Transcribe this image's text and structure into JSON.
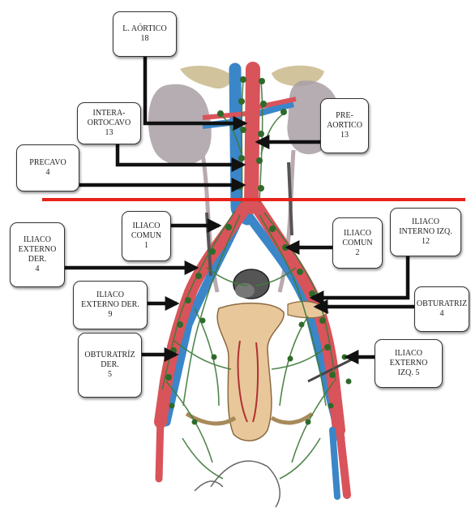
{
  "labels": {
    "l_aortico": {
      "name": "L. AÓRTICO",
      "count": "18"
    },
    "inter_aortocavo": {
      "name": "INTERA-\nORTOCAVO",
      "count": "13"
    },
    "pre_aortico": {
      "name": "PRE-\nAORTICO",
      "count": "13"
    },
    "precavo": {
      "name": "PRECAVO",
      "count": "4"
    },
    "iliaco_externo_der": {
      "name": "ILIACO\nEXTERNO\nDER.",
      "count": "4"
    },
    "iliaco_comun_1": {
      "name": "ILIACO\nCOMUN",
      "count": "1"
    },
    "iliaco_comun_2": {
      "name": "ILIACO\nCOMUN",
      "count": "2"
    },
    "iliaco_interno_izq": {
      "name": "ILIACO\nINTERNO IZQ.",
      "count": "12"
    },
    "iliaco_externo_der_9": {
      "name": "ILIACO\nEXTERNO DER.",
      "count": "9"
    },
    "obturatriz": {
      "name": "OBTURATRIZ",
      "count": "4"
    },
    "obturatriz_der": {
      "name": "OBTURATRÍZ\nDER.",
      "count": "5"
    },
    "iliaco_externo_izq": {
      "name": "ILIACO\nEXTERNO\nIZQ. 5",
      "count": ""
    }
  },
  "colors": {
    "artery": "#d9535a",
    "vein": "#3a86c8",
    "lymph": "#3f7a3a",
    "node": "#2f6a2a",
    "kidney": "#a99fa6",
    "adrenal": "#c9b98a",
    "pelvic_organ": "#e8c79a",
    "divider_line": "#e8221b",
    "arrow": "#111111"
  }
}
